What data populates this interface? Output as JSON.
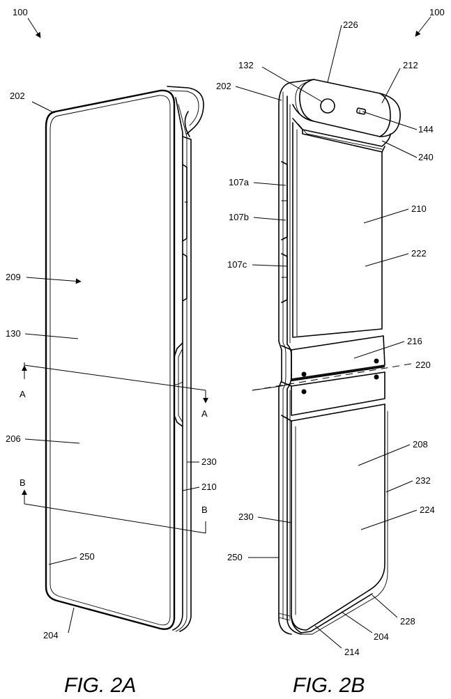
{
  "figure_a": {
    "title": "FIG. 2A",
    "labels": {
      "ref": "100",
      "top_edge": "202",
      "bottom_edge": "204",
      "display": "209",
      "screen": "130",
      "lower_portion": "206",
      "side_230": "230",
      "side_210": "210",
      "bottom_250": "250",
      "section_a_left": "A",
      "section_a_right": "A",
      "section_b_left": "B",
      "section_b_right": "B"
    }
  },
  "figure_b": {
    "title": "FIG. 2B",
    "labels": {
      "ref": "100",
      "cam_226": "226",
      "lens_132": "132",
      "top_202": "202",
      "module_212": "212",
      "sensor_144": "144",
      "ledge_240": "240",
      "btn_107a": "107a",
      "btn_107b": "107b",
      "btn_107c": "107c",
      "upper_210": "210",
      "upper_222": "222",
      "hinge_216": "216",
      "hinge_220": "220",
      "lower_208": "208",
      "side_232": "232",
      "side_230": "230",
      "lower_224": "224",
      "edge_250": "250",
      "corner_228": "228",
      "bottom_204": "204",
      "bottom_214": "214"
    }
  }
}
